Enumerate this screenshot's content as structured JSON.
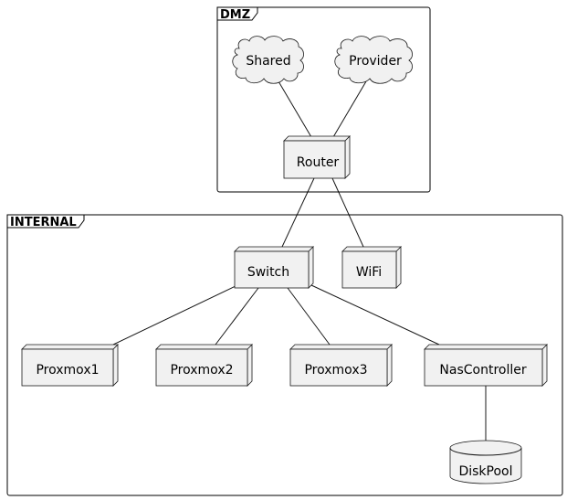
{
  "zones": {
    "dmz": {
      "label": "DMZ"
    },
    "internal": {
      "label": "INTERNAL"
    }
  },
  "clouds": {
    "shared": {
      "label": "Shared"
    },
    "provider": {
      "label": "Provider"
    }
  },
  "nodes": {
    "router": {
      "label": "Router"
    },
    "switch": {
      "label": "Switch"
    },
    "wifi": {
      "label": "WiFi"
    },
    "proxmox1": {
      "label": "Proxmox1"
    },
    "proxmox2": {
      "label": "Proxmox2"
    },
    "proxmox3": {
      "label": "Proxmox3"
    },
    "nascontroller": {
      "label": "NasController"
    }
  },
  "databases": {
    "diskpool": {
      "label": "DiskPool"
    }
  },
  "colors": {
    "node_fill": "#f1f1f1",
    "stroke": "#181818",
    "background": "#ffffff"
  }
}
